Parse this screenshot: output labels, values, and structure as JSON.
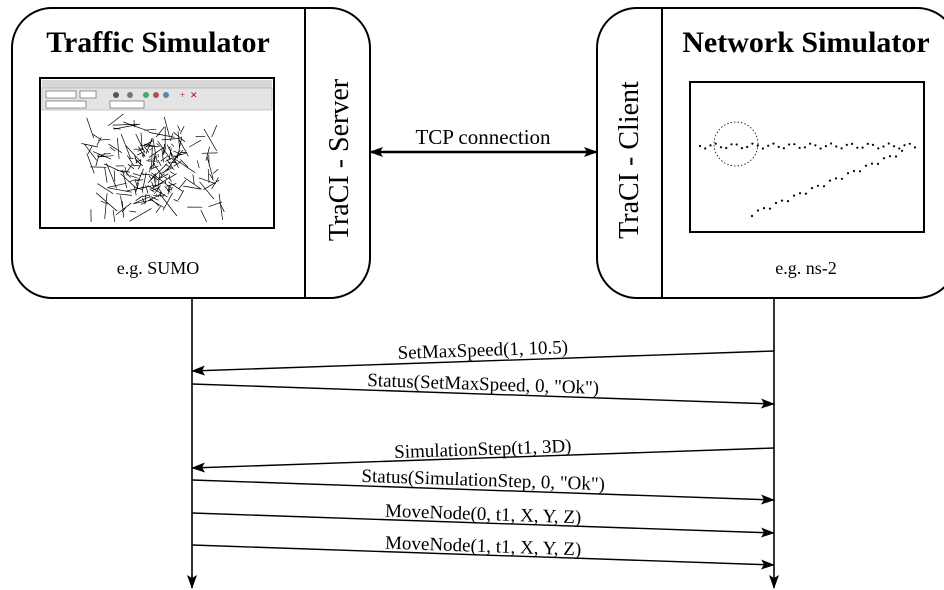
{
  "left_box": {
    "title": "Traffic Simulator",
    "caption": "e.g. SUMO",
    "side_label": "TraCI - Server"
  },
  "right_box": {
    "title": "Network Simulator",
    "caption": "e.g. ns-2",
    "side_label": "TraCI - Client"
  },
  "connection_label": "TCP connection",
  "messages": [
    {
      "label": "SetMaxSpeed(1, 10.5)",
      "direction": "client-to-server"
    },
    {
      "label": "Status(SetMaxSpeed, 0, \"Ok\")",
      "direction": "server-to-client"
    },
    {
      "label": "SimulationStep(t1, 3D)",
      "direction": "client-to-server"
    },
    {
      "label": "Status(SimulationStep, 0, \"Ok\")",
      "direction": "server-to-client"
    },
    {
      "label": "MoveNode(0, t1, X, Y, Z)",
      "direction": "server-to-client"
    },
    {
      "label": "MoveNode(1, t1, X, Y, Z)",
      "direction": "server-to-client"
    }
  ]
}
